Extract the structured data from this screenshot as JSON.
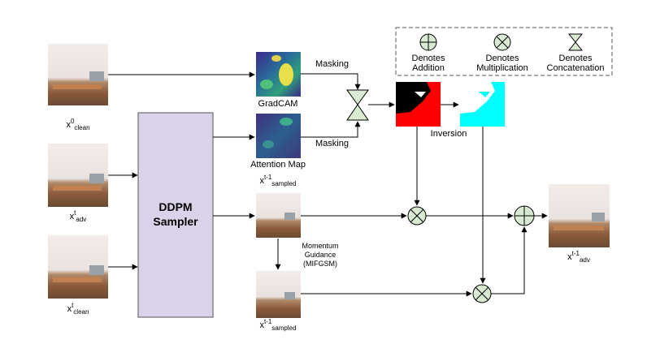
{
  "images": {
    "x0_clean": {
      "base": "x",
      "sup": "0",
      "sub": "clean"
    },
    "xt_adv": {
      "base": "x",
      "sup": "t",
      "sub": "adv"
    },
    "xt_clean": {
      "base": "x",
      "sup": "t",
      "sub": "clean"
    },
    "xt1_sampled_top": {
      "base": "x",
      "sup": "t-1",
      "sub": "sampled"
    },
    "xt1_sampled_bottom": {
      "base": "x",
      "sup": "t-1",
      "sub": "sampled"
    },
    "xt1_adv": {
      "base": "x",
      "sup": "t-1",
      "sub": "adv"
    }
  },
  "sampler": {
    "line1": "DDPM",
    "line2": "Sampler"
  },
  "gradcam_label": "GradCAM",
  "attention_label": "Attention Map",
  "masking_top": "Masking",
  "masking_bottom": "Masking",
  "inversion_label": "Inversion",
  "momentum": {
    "line1": "Momentum",
    "line2": "Guidance",
    "line3": "(MIFGSM)"
  },
  "legend": {
    "addition": {
      "line1": "Denotes",
      "line2": "Addition"
    },
    "multiplication": {
      "line1": "Denotes",
      "line2": "Multiplication"
    },
    "concatenation": {
      "line1": "Denotes",
      "line2": "Concatenation"
    }
  },
  "colors": {
    "sampler_fill": "#d9d2e9",
    "operator_fill": "#d9ead3",
    "mask_red": "#ff0000",
    "mask_cyan": "#00ffff"
  }
}
